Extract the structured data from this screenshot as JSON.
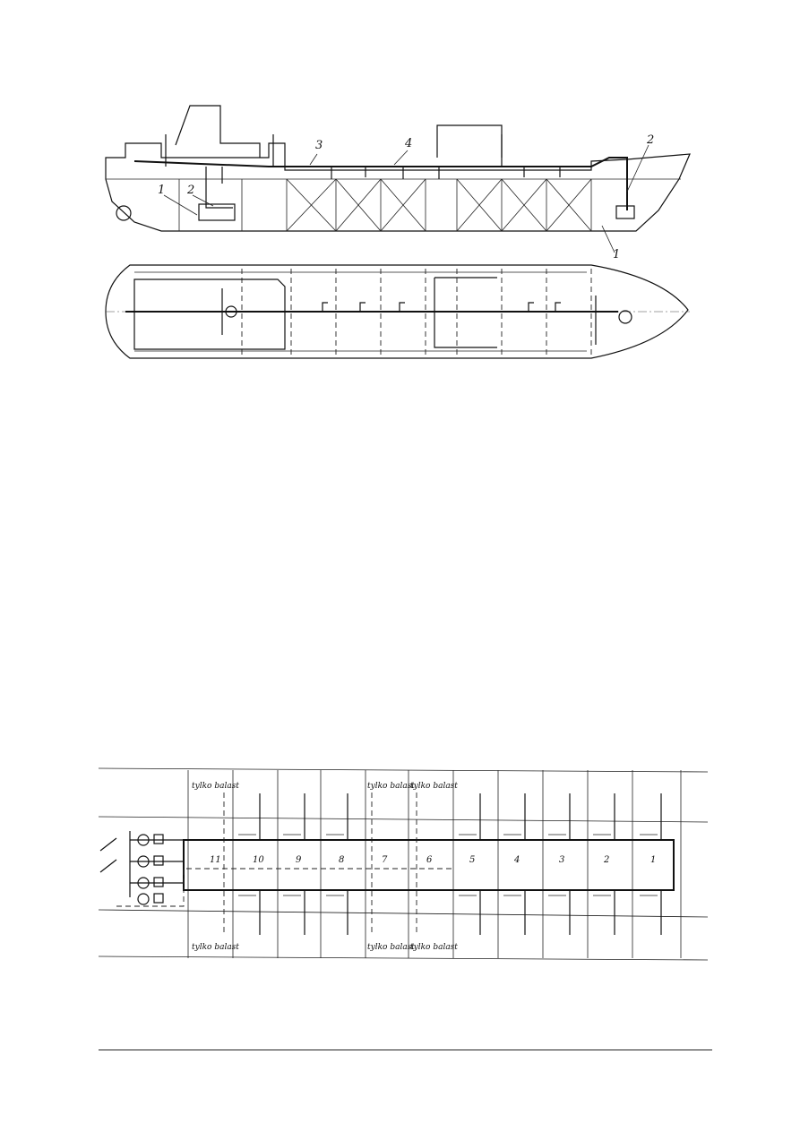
{
  "side_view": {
    "callouts": [
      "1",
      "2",
      "3",
      "4",
      "2",
      "1"
    ]
  },
  "piping_diagram": {
    "tank_numbers": [
      "11",
      "10",
      "9",
      "8",
      "7",
      "6",
      "5",
      "4",
      "3",
      "2",
      "1"
    ],
    "ballast_note": "tylko balast"
  }
}
